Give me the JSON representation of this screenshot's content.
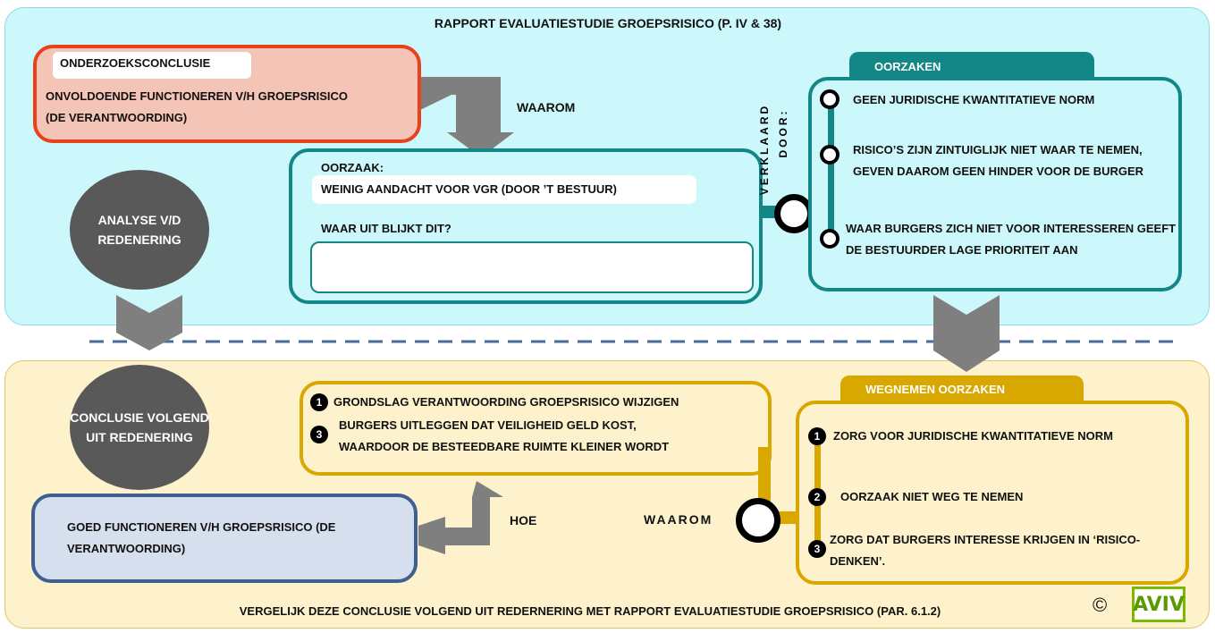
{
  "top_title": {
    "part1": "Rapport Evaluatiestudie groepsrisico",
    "part2": "(p. iv",
    "part3": "& 38)"
  },
  "conclusion_box": {
    "tag": "Onderzoeksconclusie",
    "line1": "Onvoldoende functioneren v/h groepsrisico",
    "line2": "(de verantwoording)"
  },
  "waarom_top": "WAAROM",
  "oorzaak_box": {
    "label": "Oorzaak:",
    "text": "Weinig aandacht voor VGr (door ’t bestuur)",
    "question": "Waar uit blijkt dit?",
    "answer": ""
  },
  "verklaard": {
    "line1": "VERKLAARD",
    "line2": "DOOR:"
  },
  "oorzaken": {
    "tab": "Oorzaken",
    "items": [
      {
        "text": "Geen juridische kwantitatieve norm"
      },
      {
        "text": "Risico’s zijn zintuiglijk niet waar te nemen, geven daarom geen hinder voor de burger"
      },
      {
        "text": "Waar burgers zich niet voor interesseren geeft de bestuurder lage prioriteit aan"
      }
    ]
  },
  "analyse_circle": "Analyse v/d redenering",
  "conclusie_circle": "Conclusie volgend uit redenering",
  "remedy_box": {
    "items": [
      {
        "num": "1",
        "text": "Grondslag verantwoording groepsrisico wijzigen"
      },
      {
        "num": "3",
        "text": "Burgers uitleggen dat veiligheid geld kost, waardoor de besteedbare ruimte kleiner wordt"
      }
    ]
  },
  "goed_box": "Goed functioneren v/h groepsrisico (de verantwoording)",
  "hoe": "HOE",
  "waarom_bottom": "WAAROM",
  "wegnemen": {
    "tab": "Wegnemen oorzaken",
    "items": [
      {
        "num": "1",
        "text": "Zorg voor  juridische kwantitatieve norm"
      },
      {
        "num": "2",
        "text": "Oorzaak niet weg te nemen"
      },
      {
        "num": "3",
        "text": "Zorg dat burgers interesse krijgen in ‘risico-denken’."
      }
    ]
  },
  "bottom_title": {
    "part1": "Vergelijk deze conclusie volgend uit redernering met Rapport Evaluatiestudie groepsrisico",
    "part2": "(par.",
    "part3": "6.1.2)"
  },
  "copyright": "©",
  "logo": "AVIV",
  "colors": {
    "top_bg": "#ccf7fb",
    "bottom_bg": "#fdf2cc",
    "teal": "#138686",
    "gold": "#d8a700",
    "red": "#e8411d",
    "blue": "#3e5f8f",
    "grey": "#595959"
  }
}
